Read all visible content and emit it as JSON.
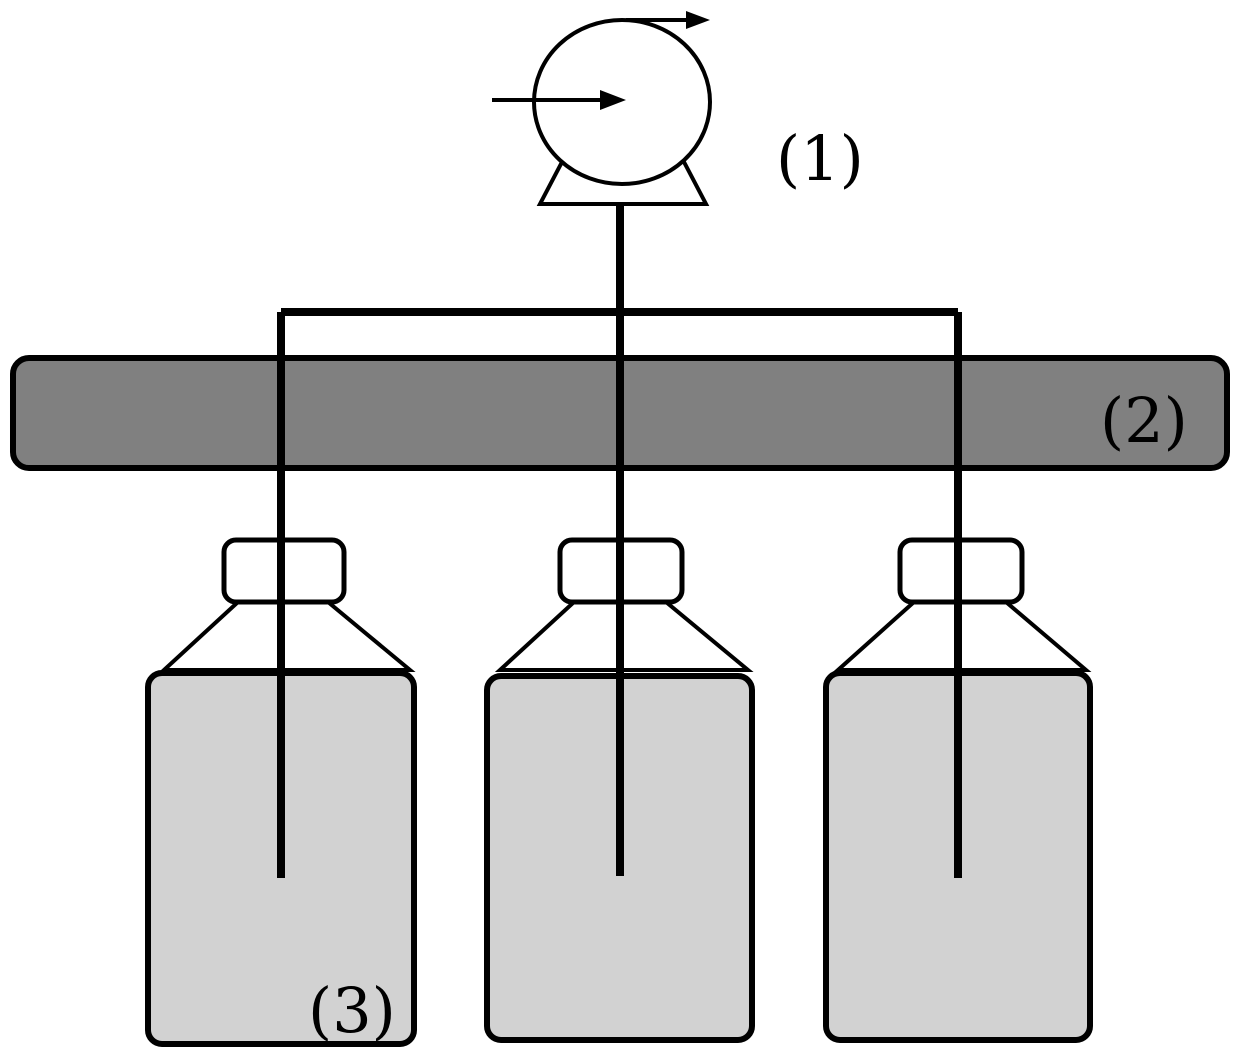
{
  "labels": {
    "pump": "(1)",
    "bar": "(2)",
    "bottle": "(3)"
  },
  "colors": {
    "line": "#000000",
    "bar_fill": "#808080",
    "bottle_fill": "#d2d2d2",
    "background": "#ffffff"
  },
  "icons": {
    "pump": "pump-icon",
    "flow_arrow": "arrow-right-icon",
    "bottle": "bottle-icon"
  }
}
